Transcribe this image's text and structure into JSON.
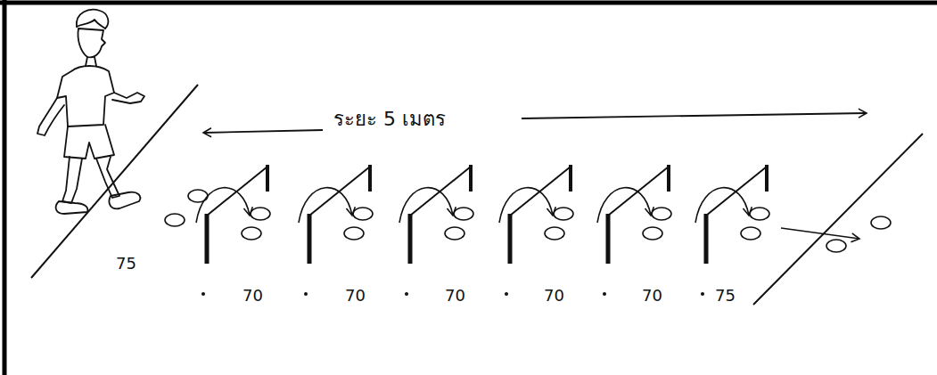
{
  "diagram": {
    "labels": [
      "ระยะ 5 เมตร",
      "75",
      "70",
      "70",
      "70",
      "70",
      "70",
      "75"
    ]
  }
}
